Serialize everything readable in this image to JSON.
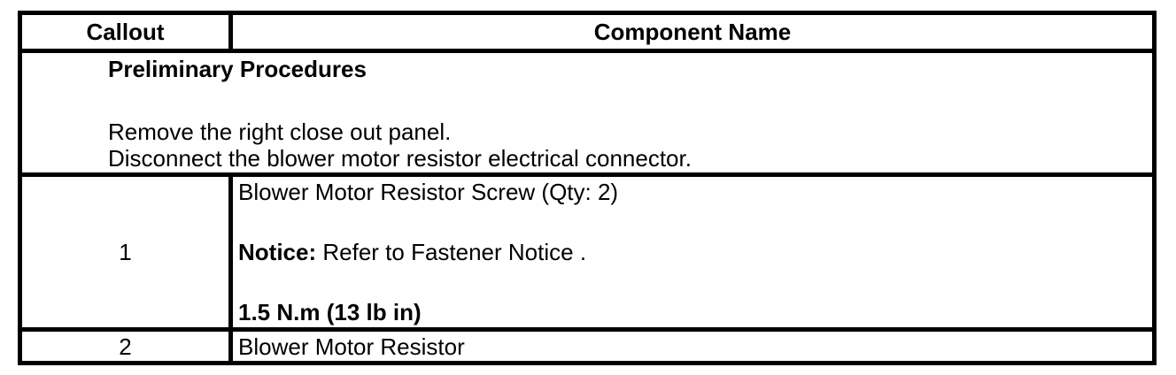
{
  "table": {
    "headers": {
      "callout": "Callout",
      "component": "Component Name"
    },
    "preliminary": {
      "title": "Preliminary Procedures",
      "steps": [
        "Remove the right close out panel.",
        "Disconnect the blower motor resistor electrical connector."
      ]
    },
    "rows": [
      {
        "callout": "1",
        "component": "Blower Motor Resistor Screw (Qty: 2)",
        "notice_label": "Notice:",
        "notice_text": "Refer to Fastener Notice .",
        "torque": "1.5 N.m (13 lb in)"
      },
      {
        "callout": "2",
        "component": "Blower Motor Resistor"
      }
    ]
  },
  "colors": {
    "border": "#000000",
    "background": "#ffffff",
    "text": "#000000"
  }
}
